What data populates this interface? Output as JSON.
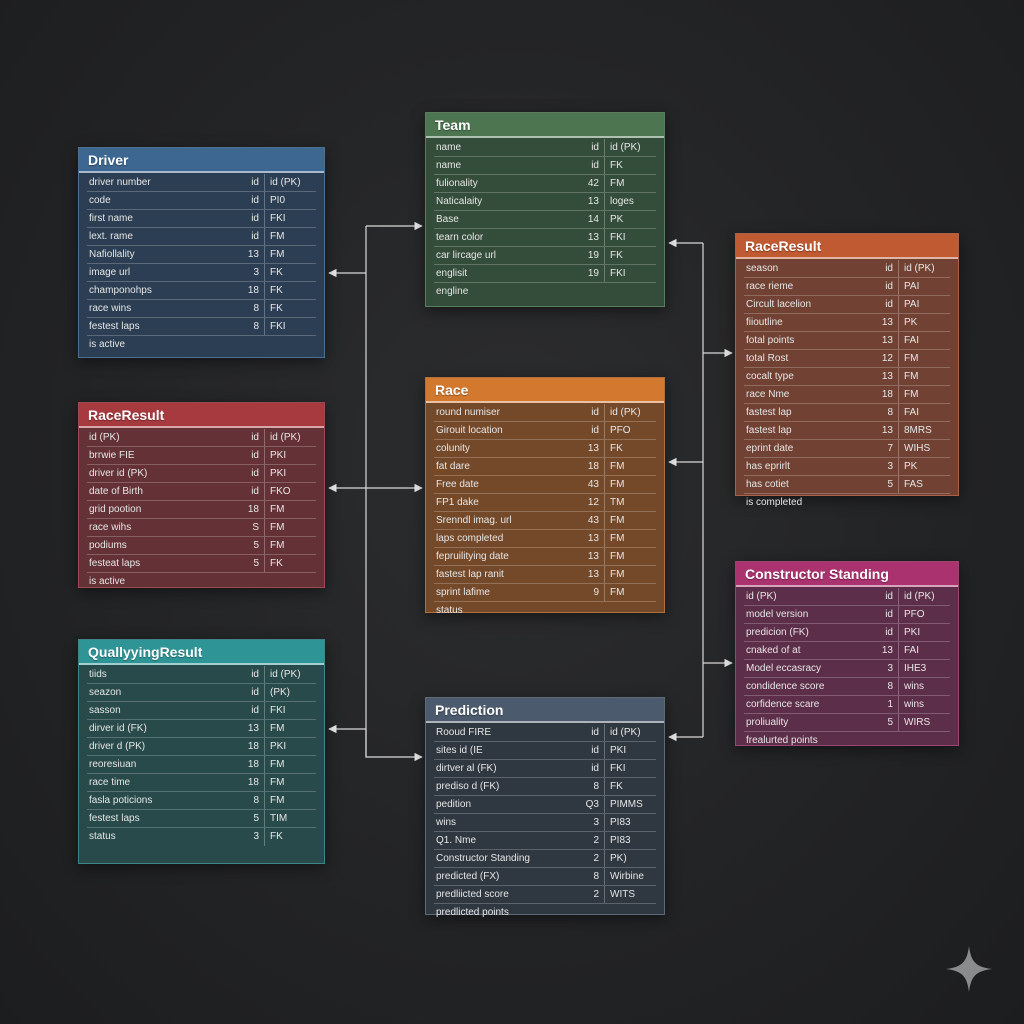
{
  "entities": [
    {
      "id": "driver",
      "title": "Driver",
      "header_color": "#3d6690",
      "body_color": "#2c3e53",
      "border_color": "#4f6f91",
      "rows": [
        {
          "name": "driver number",
          "type": "id",
          "key": "id (PK)"
        },
        {
          "name": "code",
          "type": "id",
          "key": "PI0"
        },
        {
          "name": "first name",
          "type": "id",
          "key": "FKI"
        },
        {
          "name": "lext. rame",
          "type": "id",
          "key": "FM"
        },
        {
          "name": "Nafiollality",
          "type": "13",
          "key": "FM"
        },
        {
          "name": "image url",
          "type": "3",
          "key": "FK"
        },
        {
          "name": "champonohps",
          "type": "18",
          "key": "FK"
        },
        {
          "name": "race wins",
          "type": "8",
          "key": "FK"
        },
        {
          "name": "festest laps",
          "type": "8",
          "key": "FKI"
        },
        {
          "name": "is active",
          "type": "",
          "key": ""
        }
      ]
    },
    {
      "id": "team",
      "title": "Team",
      "header_color": "#4c7550",
      "body_color": "#344d3a",
      "border_color": "#5a7d5f",
      "rows": [
        {
          "name": "name",
          "type": "id",
          "key": "id (PK)"
        },
        {
          "name": "name",
          "type": "id",
          "key": "FK"
        },
        {
          "name": "fulionality",
          "type": "42",
          "key": "FM"
        },
        {
          "name": "Naticalaity",
          "type": "13",
          "key": "loges"
        },
        {
          "name": "Base",
          "type": "14",
          "key": "PK"
        },
        {
          "name": "tearn color",
          "type": "13",
          "key": "FKI"
        },
        {
          "name": "car lircage url",
          "type": "19",
          "key": "FK"
        },
        {
          "name": "englisit",
          "type": "19",
          "key": "FKI"
        },
        {
          "name": "engline",
          "type": "",
          "key": ""
        }
      ]
    },
    {
      "id": "raceresult-right",
      "title": "RaceResult",
      "header_color": "#bf5a32",
      "body_color": "#714234",
      "border_color": "#a86248",
      "rows": [
        {
          "name": "season",
          "type": "id",
          "key": "id (PK)"
        },
        {
          "name": "race rieme",
          "type": "id",
          "key": "PAI"
        },
        {
          "name": "Circult lacelion",
          "type": "id",
          "key": "PAI"
        },
        {
          "name": "fiioutline",
          "type": "13",
          "key": "PK"
        },
        {
          "name": "fotal points",
          "type": "13",
          "key": "FAI"
        },
        {
          "name": "total Rost",
          "type": "12",
          "key": "FM"
        },
        {
          "name": "cocalt type",
          "type": "13",
          "key": "FM"
        },
        {
          "name": "race Nme",
          "type": "18",
          "key": "FM"
        },
        {
          "name": "fastest lap",
          "type": "8",
          "key": "FAI"
        },
        {
          "name": "fastest lap",
          "type": "13",
          "key": "8MRS"
        },
        {
          "name": "eprint date",
          "type": "7",
          "key": "WIHS"
        },
        {
          "name": "has eprirlt",
          "type": "3",
          "key": "PK"
        },
        {
          "name": "has cotiet",
          "type": "5",
          "key": "FAS"
        },
        {
          "name": "is completed",
          "type": "",
          "key": ""
        }
      ]
    },
    {
      "id": "raceresult-left",
      "title": "RaceResult",
      "header_color": "#a63a3f",
      "body_color": "#643236",
      "border_color": "#9a4a50",
      "rows": [
        {
          "name": "id (PK)",
          "type": "id",
          "key": "id (PK)"
        },
        {
          "name": "brrwie FIE",
          "type": "id",
          "key": "PKI"
        },
        {
          "name": "driver id (PK)",
          "type": "id",
          "key": "PKI"
        },
        {
          "name": "date of Birth",
          "type": "id",
          "key": "FKO"
        },
        {
          "name": "grid pootion",
          "type": "18",
          "key": "FM"
        },
        {
          "name": "race wihs",
          "type": "S",
          "key": "FM"
        },
        {
          "name": "podiums",
          "type": "5",
          "key": "FM"
        },
        {
          "name": "festeat laps",
          "type": "5",
          "key": "FK"
        },
        {
          "name": "is active",
          "type": "",
          "key": ""
        }
      ]
    },
    {
      "id": "race",
      "title": "Race",
      "header_color": "#d3792f",
      "body_color": "#74492a",
      "border_color": "#b0703c",
      "rows": [
        {
          "name": "round numiser",
          "type": "id",
          "key": "id (PK)"
        },
        {
          "name": "Girouit location",
          "type": "id",
          "key": "PFO"
        },
        {
          "name": "colunity",
          "type": "13",
          "key": "FK"
        },
        {
          "name": "fat dare",
          "type": "18",
          "key": "FM"
        },
        {
          "name": "Free date",
          "type": "43",
          "key": "FM"
        },
        {
          "name": "FP1 dake",
          "type": "12",
          "key": "TM"
        },
        {
          "name": "Srenndl imag. url",
          "type": "43",
          "key": "FM"
        },
        {
          "name": "laps completed",
          "type": "13",
          "key": "FM"
        },
        {
          "name": "fepruilitying date",
          "type": "13",
          "key": "FM"
        },
        {
          "name": "fastest lap ranit",
          "type": "13",
          "key": "FM"
        },
        {
          "name": "sprint lafime",
          "type": "9",
          "key": "FM"
        },
        {
          "name": "status",
          "type": "",
          "key": ""
        }
      ]
    },
    {
      "id": "constructor-standing",
      "title": "Constructor Standing",
      "header_color": "#a9326f",
      "body_color": "#5d2e49",
      "border_color": "#98466f",
      "rows": [
        {
          "name": "id (PK)",
          "type": "id",
          "key": "id (PK)"
        },
        {
          "name": "model version",
          "type": "id",
          "key": "PFO"
        },
        {
          "name": "predicion (FK)",
          "type": "id",
          "key": "PKI"
        },
        {
          "name": "cnaked of at",
          "type": "13",
          "key": "FAI"
        },
        {
          "name": "Model eccasracy",
          "type": "3",
          "key": "IHE3"
        },
        {
          "name": "condidence score",
          "type": "8",
          "key": "wins"
        },
        {
          "name": "corfidence scare",
          "type": "1",
          "key": "wins"
        },
        {
          "name": "proliuality",
          "type": "5",
          "key": "WIRS"
        },
        {
          "name": "frealurted points",
          "type": "",
          "key": ""
        }
      ]
    },
    {
      "id": "qualifying-result",
      "title": "QuallyyingResult",
      "header_color": "#2f9496",
      "body_color": "#284a4b",
      "border_color": "#3f8587",
      "rows": [
        {
          "name": "tiids",
          "type": "id",
          "key": "id (PK)"
        },
        {
          "name": "seazon",
          "type": "id",
          "key": "(PK)"
        },
        {
          "name": "sasson",
          "type": "id",
          "key": "FKI"
        },
        {
          "name": "dirver id (FK)",
          "type": "13",
          "key": "FM"
        },
        {
          "name": "driver d (PK)",
          "type": "18",
          "key": "PKI"
        },
        {
          "name": "reoresiuan",
          "type": "18",
          "key": "FM"
        },
        {
          "name": "race time",
          "type": "18",
          "key": "FM"
        },
        {
          "name": "fasla poticions",
          "type": "8",
          "key": "FM"
        },
        {
          "name": "festest laps",
          "type": "5",
          "key": "TIM"
        },
        {
          "name": "status",
          "type": "3",
          "key": "FK"
        }
      ]
    },
    {
      "id": "prediction",
      "title": "Prediction",
      "header_color": "#4b5a6c",
      "body_color": "#2f3740",
      "border_color": "#5c6a78",
      "rows": [
        {
          "name": "Rooud FIRE",
          "type": "id",
          "key": "id (PK)"
        },
        {
          "name": "sites id (IE",
          "type": "id",
          "key": "PKI"
        },
        {
          "name": "dirtver al (FK)",
          "type": "id",
          "key": "FKI"
        },
        {
          "name": "prediso d (FK)",
          "type": "8",
          "key": "FK"
        },
        {
          "name": "pedition",
          "type": "Q3",
          "key": "PIMMS"
        },
        {
          "name": "wins",
          "type": "3",
          "key": "PI83"
        },
        {
          "name": "Q1. Nme",
          "type": "2",
          "key": "PI83"
        },
        {
          "name": "Constructor Standing",
          "type": "2",
          "key": "PK)"
        },
        {
          "name": "predicted (FX)",
          "type": "8",
          "key": "Wirbine"
        },
        {
          "name": "predliicted score",
          "type": "2",
          "key": "WITS"
        },
        {
          "name": "predlicted points",
          "type": "",
          "key": ""
        }
      ]
    }
  ],
  "sparkle_icon": "sparkle-icon"
}
